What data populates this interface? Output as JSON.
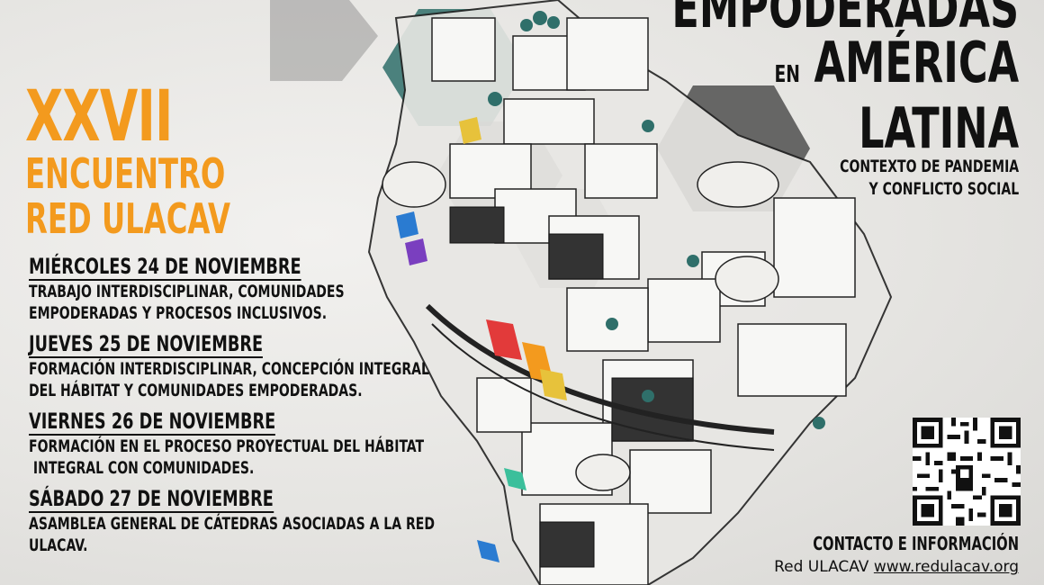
{
  "title": {
    "numeral": "XXVII",
    "line1": "ENCUENTRO",
    "line2": "RED ULACAV"
  },
  "schedule": [
    {
      "day": "MIÉRCOLES 24 DE NOVIEMBRE",
      "lines": [
        "TRABAJO INTERDISCIPLINAR, COMUNIDADES",
        "EMPODERADAS Y PROCESOS INCLUSIVOS."
      ]
    },
    {
      "day": "JUEVES 25 DE NOVIEMBRE",
      "lines": [
        "FORMACIÓN INTERDISCIPLINAR, CONCEPCIÓN INTEGRAL",
        "DEL HÁBITAT Y COMUNIDADES EMPODERADAS."
      ]
    },
    {
      "day": "VIERNES 26 DE NOVIEMBRE",
      "lines": [
        "FORMACIÓN EN EL PROCESO PROYECTUAL DEL HÁBITAT",
        " INTEGRAL CON COMUNIDADES."
      ]
    },
    {
      "day": "SÁBADO 27 DE NOVIEMBRE",
      "lines": [
        "ASAMBLEA GENERAL DE CÁTEDRAS ASOCIADAS A LA RED",
        "ULACAV."
      ]
    }
  ],
  "headline": {
    "word1": "EMPODERADAS",
    "prep": "EN",
    "word2": "AMÉRICA",
    "word3": "LATINA",
    "sub1": "CONTEXTO DE PANDEMIA",
    "sub2": "Y CONFLICTO SOCIAL"
  },
  "contact": {
    "title": "CONTACTO E INFORMACIÓN",
    "org": "Red ULACAV",
    "web": "www.redulacav.org"
  },
  "colors": {
    "accent_orange": "#f39a1e",
    "text_dark": "#111111",
    "hex_teal": "#2f6f6a",
    "hex_gray": "#4a4a4a"
  },
  "icons": {
    "qr": "qr-code-icon",
    "map": "south-america-map-illustration"
  }
}
